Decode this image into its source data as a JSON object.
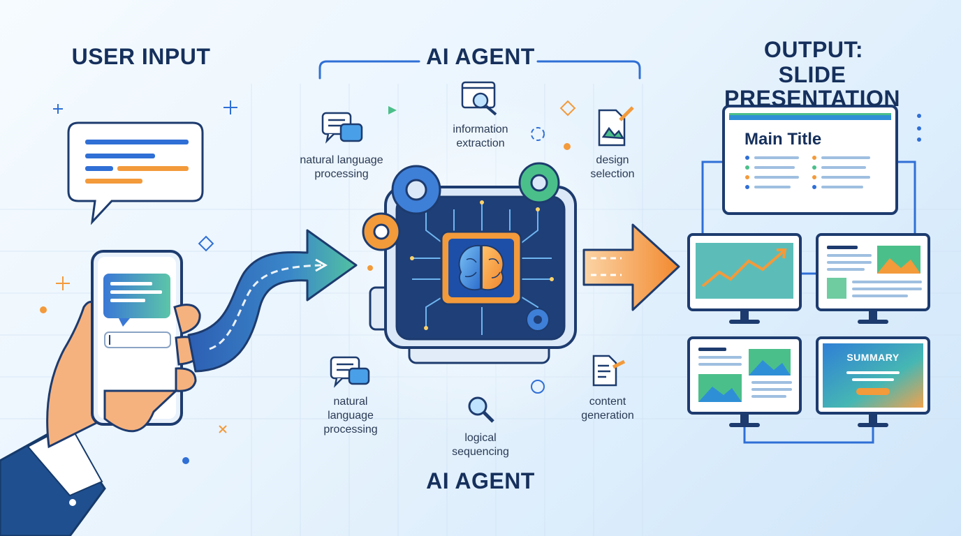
{
  "sections": {
    "user_input": "USER INPUT",
    "ai_agent_top": "AI AGENT",
    "ai_agent_bottom": "AI AGENT",
    "output_line1": "OUTPUT:",
    "output_line2": "SLIDE PRESENTATION"
  },
  "steps": {
    "nlp_top": "natural language processing",
    "information_extraction": "information extraction",
    "design_selection": "design selection",
    "nlp_bottom": "natural language processing",
    "logical_sequencing": "logical sequencing",
    "content_generation": "content generation"
  },
  "slides": {
    "main_title": "Main Title",
    "summary": "SUMMARY"
  },
  "colors": {
    "navy": "#16305c",
    "blue": "#2f6fd6",
    "orange": "#f39a3b",
    "green": "#4bbf8a",
    "frame": "#1d3b6e"
  }
}
